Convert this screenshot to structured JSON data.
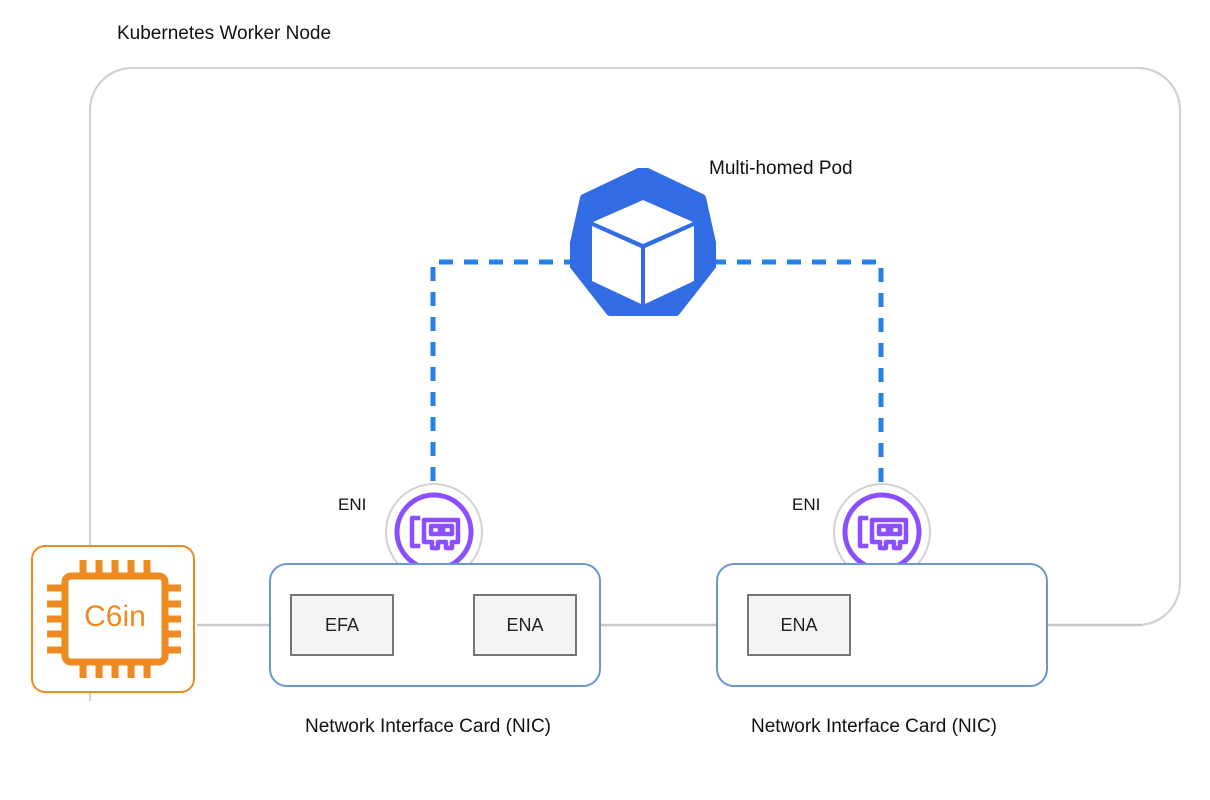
{
  "diagram": {
    "title": "Kubernetes Worker Node",
    "pod": {
      "label": "Multi-homed Pod",
      "icon": "kubernetes-logo-icon",
      "color": "#326CE5"
    },
    "instance": {
      "label": "C6in",
      "icon": "cpu-chip-icon",
      "color": "#ED8B20"
    },
    "enis": [
      {
        "label": "ENI",
        "icon": "network-interface-card-icon",
        "color": "#8C4FFF"
      },
      {
        "label": "ENI",
        "icon": "network-interface-card-icon",
        "color": "#8C4FFF"
      }
    ],
    "nics": [
      {
        "caption": "Network Interface Card (NIC)",
        "border_color": "#6B96D0",
        "cards": [
          "EFA",
          "ENA"
        ]
      },
      {
        "caption": "Network Interface Card (NIC)",
        "border_color": "#6B96D0",
        "cards": [
          "ENA"
        ]
      }
    ],
    "connections": {
      "pod_to_eni_style": "dashed",
      "pod_to_eni_color": "#2680EB",
      "wire_color": "#C9C9C9"
    },
    "node_boundary_color": "#D2D2D2"
  }
}
